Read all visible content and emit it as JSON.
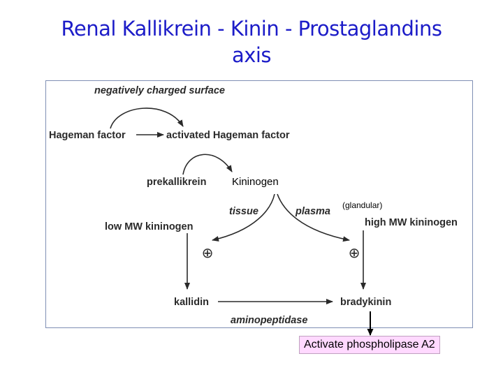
{
  "title": {
    "line1": "Renal Kallikrein - Kinin - Prostaglandins",
    "line2": "axis"
  },
  "diagram": {
    "negatively_charged_surface": "negatively charged surface",
    "hageman_factor": "Hageman factor",
    "activated_hageman_factor": "activated Hageman factor",
    "prekallikrein": "prekallikrein",
    "kininogen": "Kininogen",
    "tissue": "tissue",
    "plasma": "plasma",
    "glandular": "(glandular)",
    "low_mw_kininogen": "low MW kininogen",
    "high_mw_kininogen": "high MW kininogen",
    "plus_symbol": "⊕",
    "kallidin": "kallidin",
    "bradykinin": "bradykinin",
    "aminopeptidase": "aminopeptidase",
    "activate_pla2": "Activate phospholipase A2"
  },
  "colors": {
    "title": "#1c1cc8",
    "highlight_box": "#ffd9ff",
    "frame_border": "#7f8fb4"
  }
}
